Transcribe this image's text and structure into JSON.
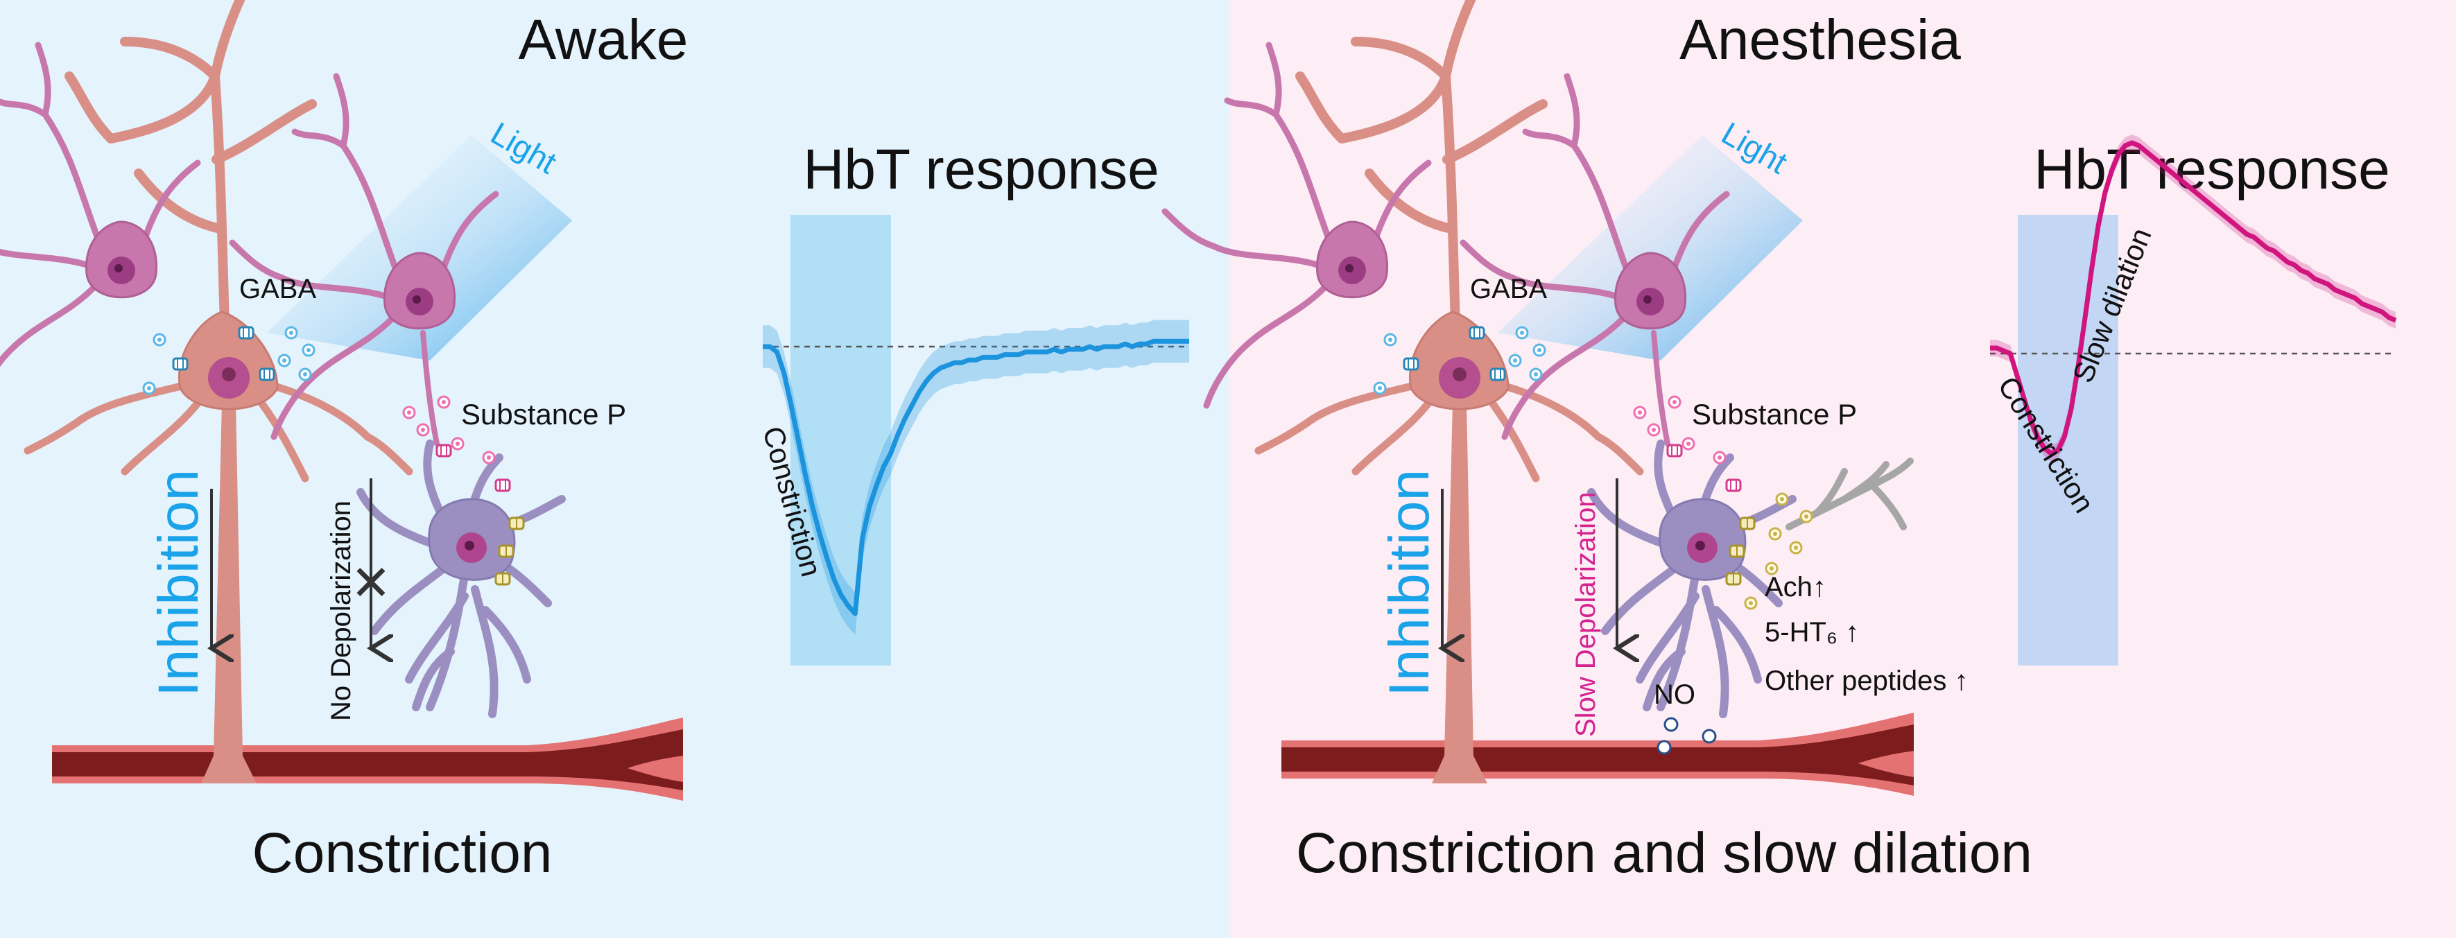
{
  "awake": {
    "title": "Awake",
    "light": "Light",
    "gaba": "GABA",
    "substance_p": "Substance P",
    "inhibition": "Inhibition",
    "no_depolarization": "No Depolarization",
    "x_mark": "✕",
    "outcome": "Constriction",
    "hbt_title": "HbT response",
    "trace_label": "Constriction"
  },
  "anesthesia": {
    "title": "Anesthesia",
    "light": "Light",
    "gaba": "GABA",
    "substance_p": "Substance P",
    "inhibition": "Inhibition",
    "slow_depolarization": "Slow Depolarization",
    "ach": "Ach↑",
    "ht6": "5-HT₆ ↑",
    "other_peptides": "Other peptides ↑",
    "no": "NO",
    "outcome": "Constriction and slow dilation",
    "hbt_title": "HbT response",
    "trace_label_1": "Constriction",
    "trace_label_2": "Slow dilation"
  },
  "colors": {
    "awake_bg": "#e4f3fc",
    "anesthesia_bg": "#fdeef6",
    "inhibition_text": "#1aa3e8",
    "slow_depolarization_text": "#d4238f",
    "awake_trace": "#1c93dd",
    "anesthesia_trace": "#d0157f",
    "pyramidal_neuron": "#d98f85",
    "interneuron": "#c777ac",
    "target_neuron": "#9b8fc2",
    "vessel": "#7d1c1c",
    "vessel_wall": "#e57272",
    "light_beam": "#9fd0f2",
    "stim_bar_awake": "#a8dbf5",
    "stim_bar_anesthesia": "#bcd3f4",
    "vesicle_gaba": "#8fd0ef",
    "vesicle_subp": "#f38cc0",
    "vesicle_ach": "#e3d27a",
    "dendrite_grey": "#a6a6a6"
  },
  "chart_data": [
    {
      "type": "line",
      "title": "HbT response",
      "condition": "Awake",
      "series": [
        {
          "x": [
            0,
            1,
            2,
            3,
            4,
            5,
            6,
            7,
            8,
            9,
            10,
            11,
            12,
            13,
            14,
            15,
            16,
            17,
            18,
            19,
            20,
            21,
            22,
            23,
            24,
            25,
            26,
            27,
            28,
            29,
            30,
            31,
            32,
            33,
            34,
            35,
            36,
            37,
            38,
            39,
            40,
            41,
            42,
            43,
            44,
            45,
            46,
            47,
            48,
            49,
            50,
            51,
            52,
            53,
            54,
            55,
            56,
            57,
            58,
            59,
            60
          ],
          "y": [
            0,
            0.0,
            -0.02,
            -0.1,
            -0.22,
            -0.35,
            -0.48,
            -0.6,
            -0.7,
            -0.79,
            -0.87,
            -0.93,
            -0.97,
            -1.0,
            -0.72,
            -0.6,
            -0.52,
            -0.45,
            -0.4,
            -0.33,
            -0.27,
            -0.22,
            -0.17,
            -0.13,
            -0.1,
            -0.08,
            -0.07,
            -0.06,
            -0.06,
            -0.05,
            -0.05,
            -0.04,
            -0.04,
            -0.04,
            -0.03,
            -0.03,
            -0.03,
            -0.02,
            -0.02,
            -0.02,
            -0.02,
            -0.01,
            -0.02,
            -0.01,
            -0.01,
            -0.01,
            0.0,
            -0.01,
            0.0,
            0.0,
            0.0,
            0.01,
            0.0,
            0.01,
            0.01,
            0.02,
            0.02,
            0.02,
            0.02,
            0.02,
            0.02
          ],
          "error": 0.08
        }
      ],
      "stimulus": [
        3,
        13
      ],
      "baseline": 0
    },
    {
      "type": "line",
      "title": "HbT response",
      "condition": "Anesthesia",
      "series": [
        {
          "x": [
            0,
            1,
            2,
            3,
            4,
            5,
            6,
            7,
            8,
            9,
            10,
            11,
            12,
            13,
            14,
            15,
            16,
            17,
            18,
            19,
            20,
            21,
            22,
            23,
            24,
            25,
            26,
            27,
            28,
            29,
            30,
            31,
            32,
            33,
            34,
            35,
            36,
            37,
            38,
            39,
            40,
            41,
            42,
            43,
            44,
            45,
            46,
            47,
            48,
            49,
            50,
            51,
            52,
            53,
            54,
            55,
            56,
            57,
            58,
            59,
            60
          ],
          "y": [
            0.02,
            0.02,
            0.01,
            0.0,
            -0.08,
            -0.16,
            -0.24,
            -0.3,
            -0.34,
            -0.36,
            -0.35,
            -0.3,
            -0.2,
            -0.05,
            0.12,
            0.3,
            0.46,
            0.58,
            0.66,
            0.72,
            0.75,
            0.76,
            0.75,
            0.73,
            0.71,
            0.69,
            0.67,
            0.65,
            0.63,
            0.61,
            0.59,
            0.57,
            0.55,
            0.53,
            0.51,
            0.49,
            0.47,
            0.45,
            0.43,
            0.42,
            0.4,
            0.38,
            0.37,
            0.35,
            0.33,
            0.32,
            0.3,
            0.29,
            0.27,
            0.26,
            0.25,
            0.23,
            0.22,
            0.21,
            0.2,
            0.18,
            0.17,
            0.16,
            0.15,
            0.13,
            0.12
          ],
          "error": 0.03
        }
      ],
      "stimulus": [
        3,
        13
      ],
      "baseline": 0
    }
  ]
}
